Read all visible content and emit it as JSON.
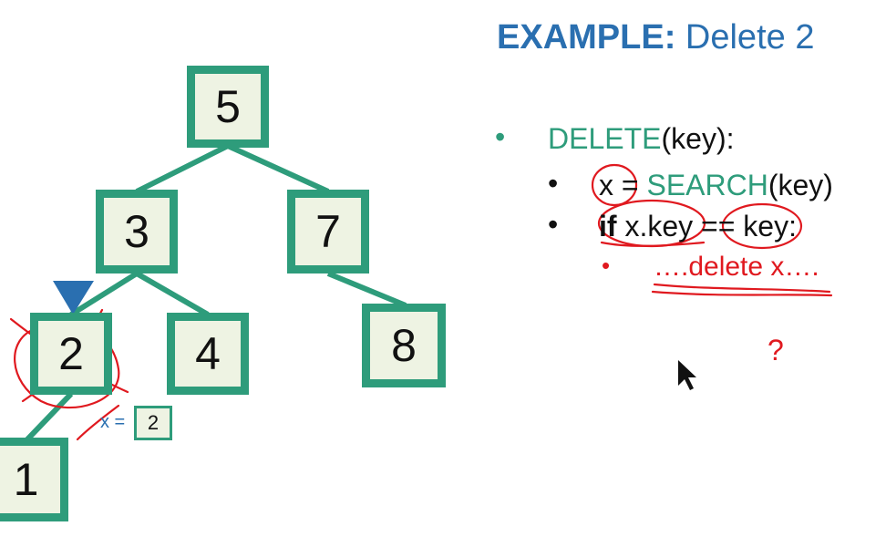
{
  "title": {
    "bold": "EXAMPLE:",
    "rest": " Delete 2"
  },
  "colors": {
    "node_border": "#2e9c7b",
    "node_fill": "#eef3e3",
    "accent_blue": "#2a6fb0",
    "annotation_red": "#e0191f"
  },
  "tree": {
    "nodes": {
      "n5": "5",
      "n3": "3",
      "n7": "7",
      "n2": "2",
      "n4": "4",
      "n8": "8",
      "n1": "1"
    },
    "pointer": {
      "label": "x =",
      "value": "2"
    }
  },
  "pseudocode": {
    "func": "DELETE",
    "func_args": "(key):",
    "line1_x": "x = ",
    "line1_fn": "SEARCH",
    "line1_args": "(key)",
    "line2_kw": "if",
    "line2_rest": " x.key == key:",
    "line3": "….delete x….",
    "question": "?"
  }
}
